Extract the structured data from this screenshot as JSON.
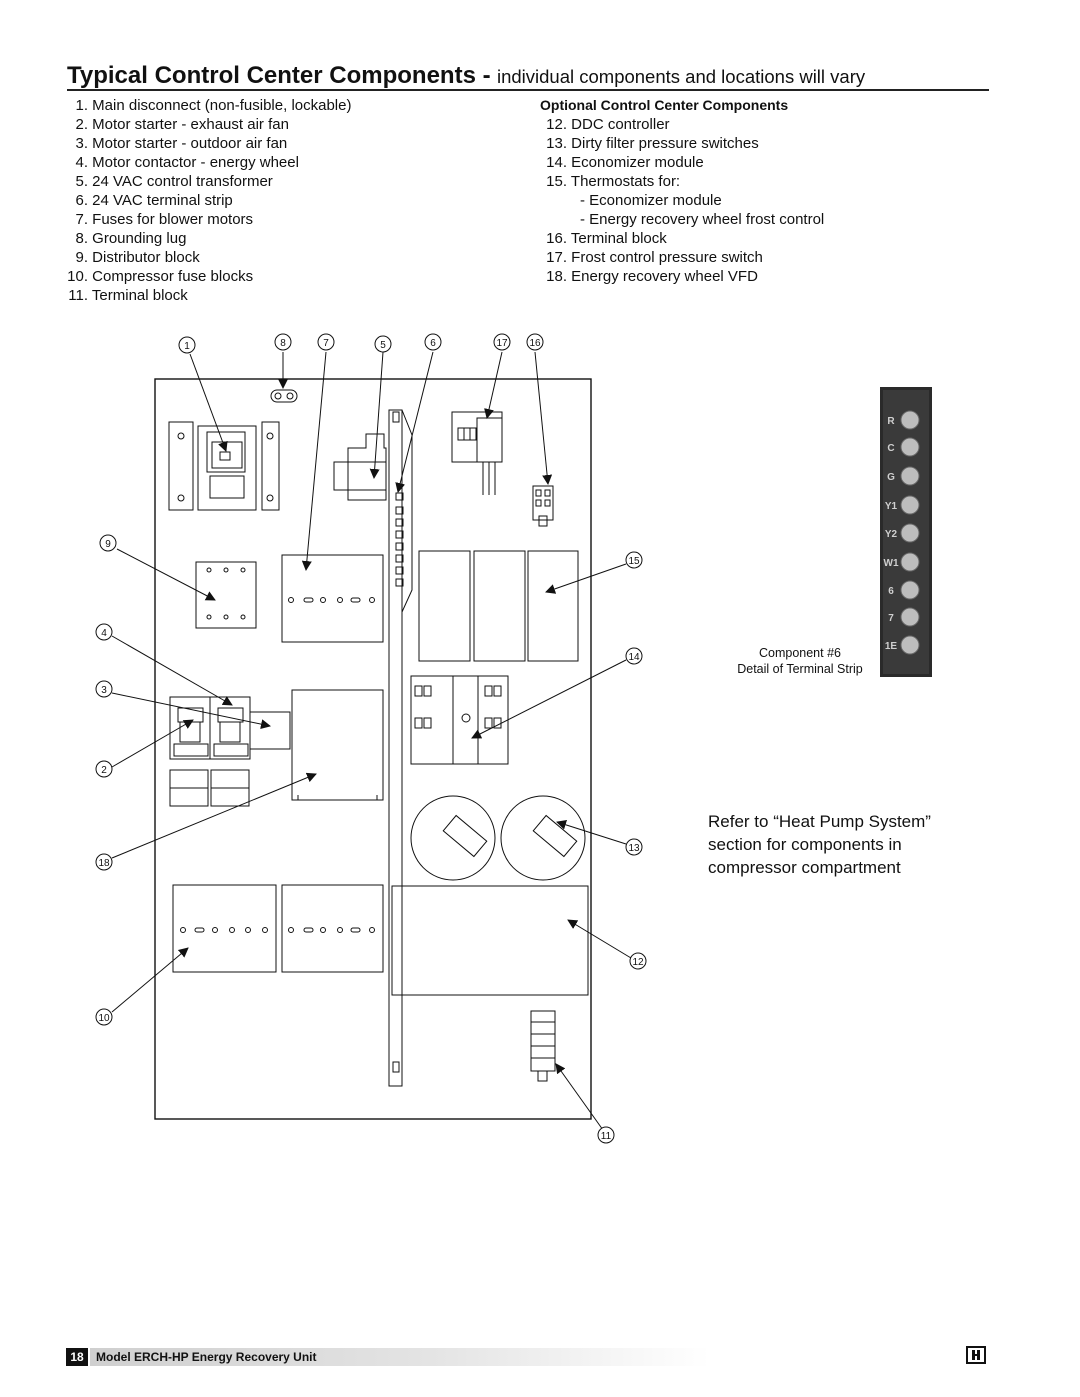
{
  "header": {
    "title_bold": "Typical Control Center Components -",
    "title_rest": "individual components and locations will vary"
  },
  "standard_components": [
    {
      "num": "1.",
      "label": "Main disconnect (non-fusible, lockable)"
    },
    {
      "num": "2.",
      "label": "Motor starter - exhaust air fan"
    },
    {
      "num": "3.",
      "label": "Motor starter - outdoor air fan"
    },
    {
      "num": "4.",
      "label": "Motor contactor - energy wheel"
    },
    {
      "num": "5.",
      "label": "24 VAC control transformer"
    },
    {
      "num": "6.",
      "label": "24 VAC terminal strip"
    },
    {
      "num": "7.",
      "label": "Fuses for blower motors"
    },
    {
      "num": "8.",
      "label": "Grounding lug"
    },
    {
      "num": "9.",
      "label": "Distributor block"
    },
    {
      "num": "10.",
      "label": "Compressor fuse blocks"
    },
    {
      "num": "11.",
      "label": "Terminal block"
    }
  ],
  "optional": {
    "heading": "Optional Control Center Components",
    "items": [
      {
        "num": "12.",
        "label": "DDC controller"
      },
      {
        "num": "13.",
        "label": "Dirty filter pressure switches"
      },
      {
        "num": "14.",
        "label": "Economizer module"
      },
      {
        "num": "15.",
        "label": "Thermostats for:"
      },
      {
        "num": "",
        "label": "- Economizer module"
      },
      {
        "num": "",
        "label": "- Energy recovery wheel frost control"
      },
      {
        "num": "16.",
        "label": "Terminal block"
      },
      {
        "num": "17.",
        "label": "Frost control pressure switch"
      },
      {
        "num": "18.",
        "label": "Energy recovery wheel VFD"
      }
    ]
  },
  "callouts": [
    "1",
    "8",
    "7",
    "5",
    "6",
    "17",
    "16",
    "9",
    "15",
    "4",
    "14",
    "3",
    "2",
    "13",
    "18",
    "12",
    "10",
    "11"
  ],
  "terminal_strip": {
    "labels": [
      "R",
      "C",
      "G",
      "Y1",
      "Y2",
      "W1",
      "6",
      "7",
      "1E"
    ],
    "caption_line1": "Component #6",
    "caption_line2": "Detail of Terminal Strip"
  },
  "note": {
    "line1": "Refer to “Heat Pump System”",
    "line2": "section for components in",
    "line3": "compressor compartment"
  },
  "footer": {
    "page_number": "18",
    "text": "Model ERCH-HP Energy Recovery Unit"
  },
  "colors": {
    "ink": "#111111",
    "terminal_strip_body": "#2a2a2a",
    "footer_gradient_start": "#cfcfcf"
  }
}
